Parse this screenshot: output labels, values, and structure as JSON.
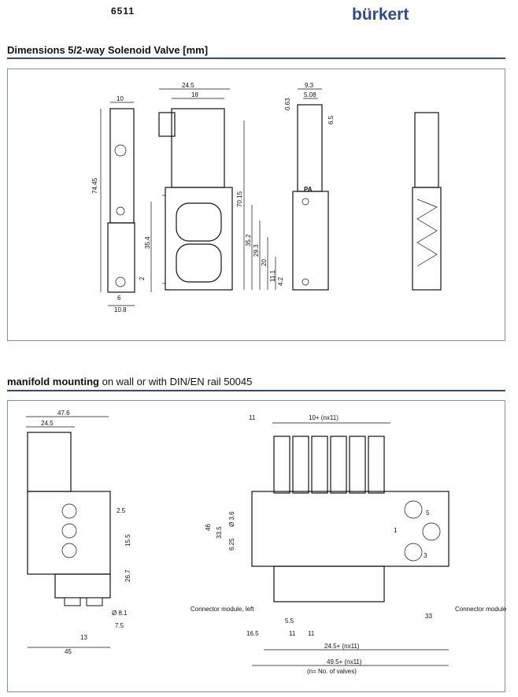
{
  "header": {
    "product_code": "6511",
    "brand": "bürkert"
  },
  "section1": {
    "title": "Dimensions 5/2-way Solenoid Valve [mm]",
    "dims": {
      "w10": "10",
      "h74": "74.45",
      "h35": "35.4",
      "d2": "2",
      "d6": "6",
      "w108": "10.8",
      "w245": "24.5",
      "w18": "18",
      "w93": "9.3",
      "w508": "5.08",
      "d063": "0.63",
      "d65": "6.5",
      "h7015": "70.15",
      "h352": "35.2",
      "h293": "29.3",
      "h20": "20",
      "h111": "11.1",
      "h42": "4.2",
      "pa": "PA"
    }
  },
  "section2": {
    "title_bold": "manifold mounting",
    "title_rest": " on wall or with DIN/EN rail 50045",
    "dims": {
      "w476": "47.6",
      "w245": "24.5",
      "d25": "2.5",
      "d155": "15.5",
      "d267": "26.7",
      "d81": "Ø 8.1",
      "d75": "7.5",
      "d13": "13",
      "w45": "45",
      "d11": "11",
      "nx11": "10+ (nx11)",
      "h46": "46",
      "h335": "33.5",
      "d36": "Ø 3.6",
      "d625": "6.25",
      "p5": "5",
      "p1": "1",
      "p3": "3",
      "conn_left": "Connector module, left",
      "conn_right": "Connector module right",
      "d33": "33",
      "d165": "16.5",
      "d55": "5.5",
      "d11a": "11",
      "d11b": "11",
      "w245n": "24.5+ (nx11)",
      "w495n": "49.5+ (nx11)",
      "note": "(n= No. of valves)"
    }
  }
}
